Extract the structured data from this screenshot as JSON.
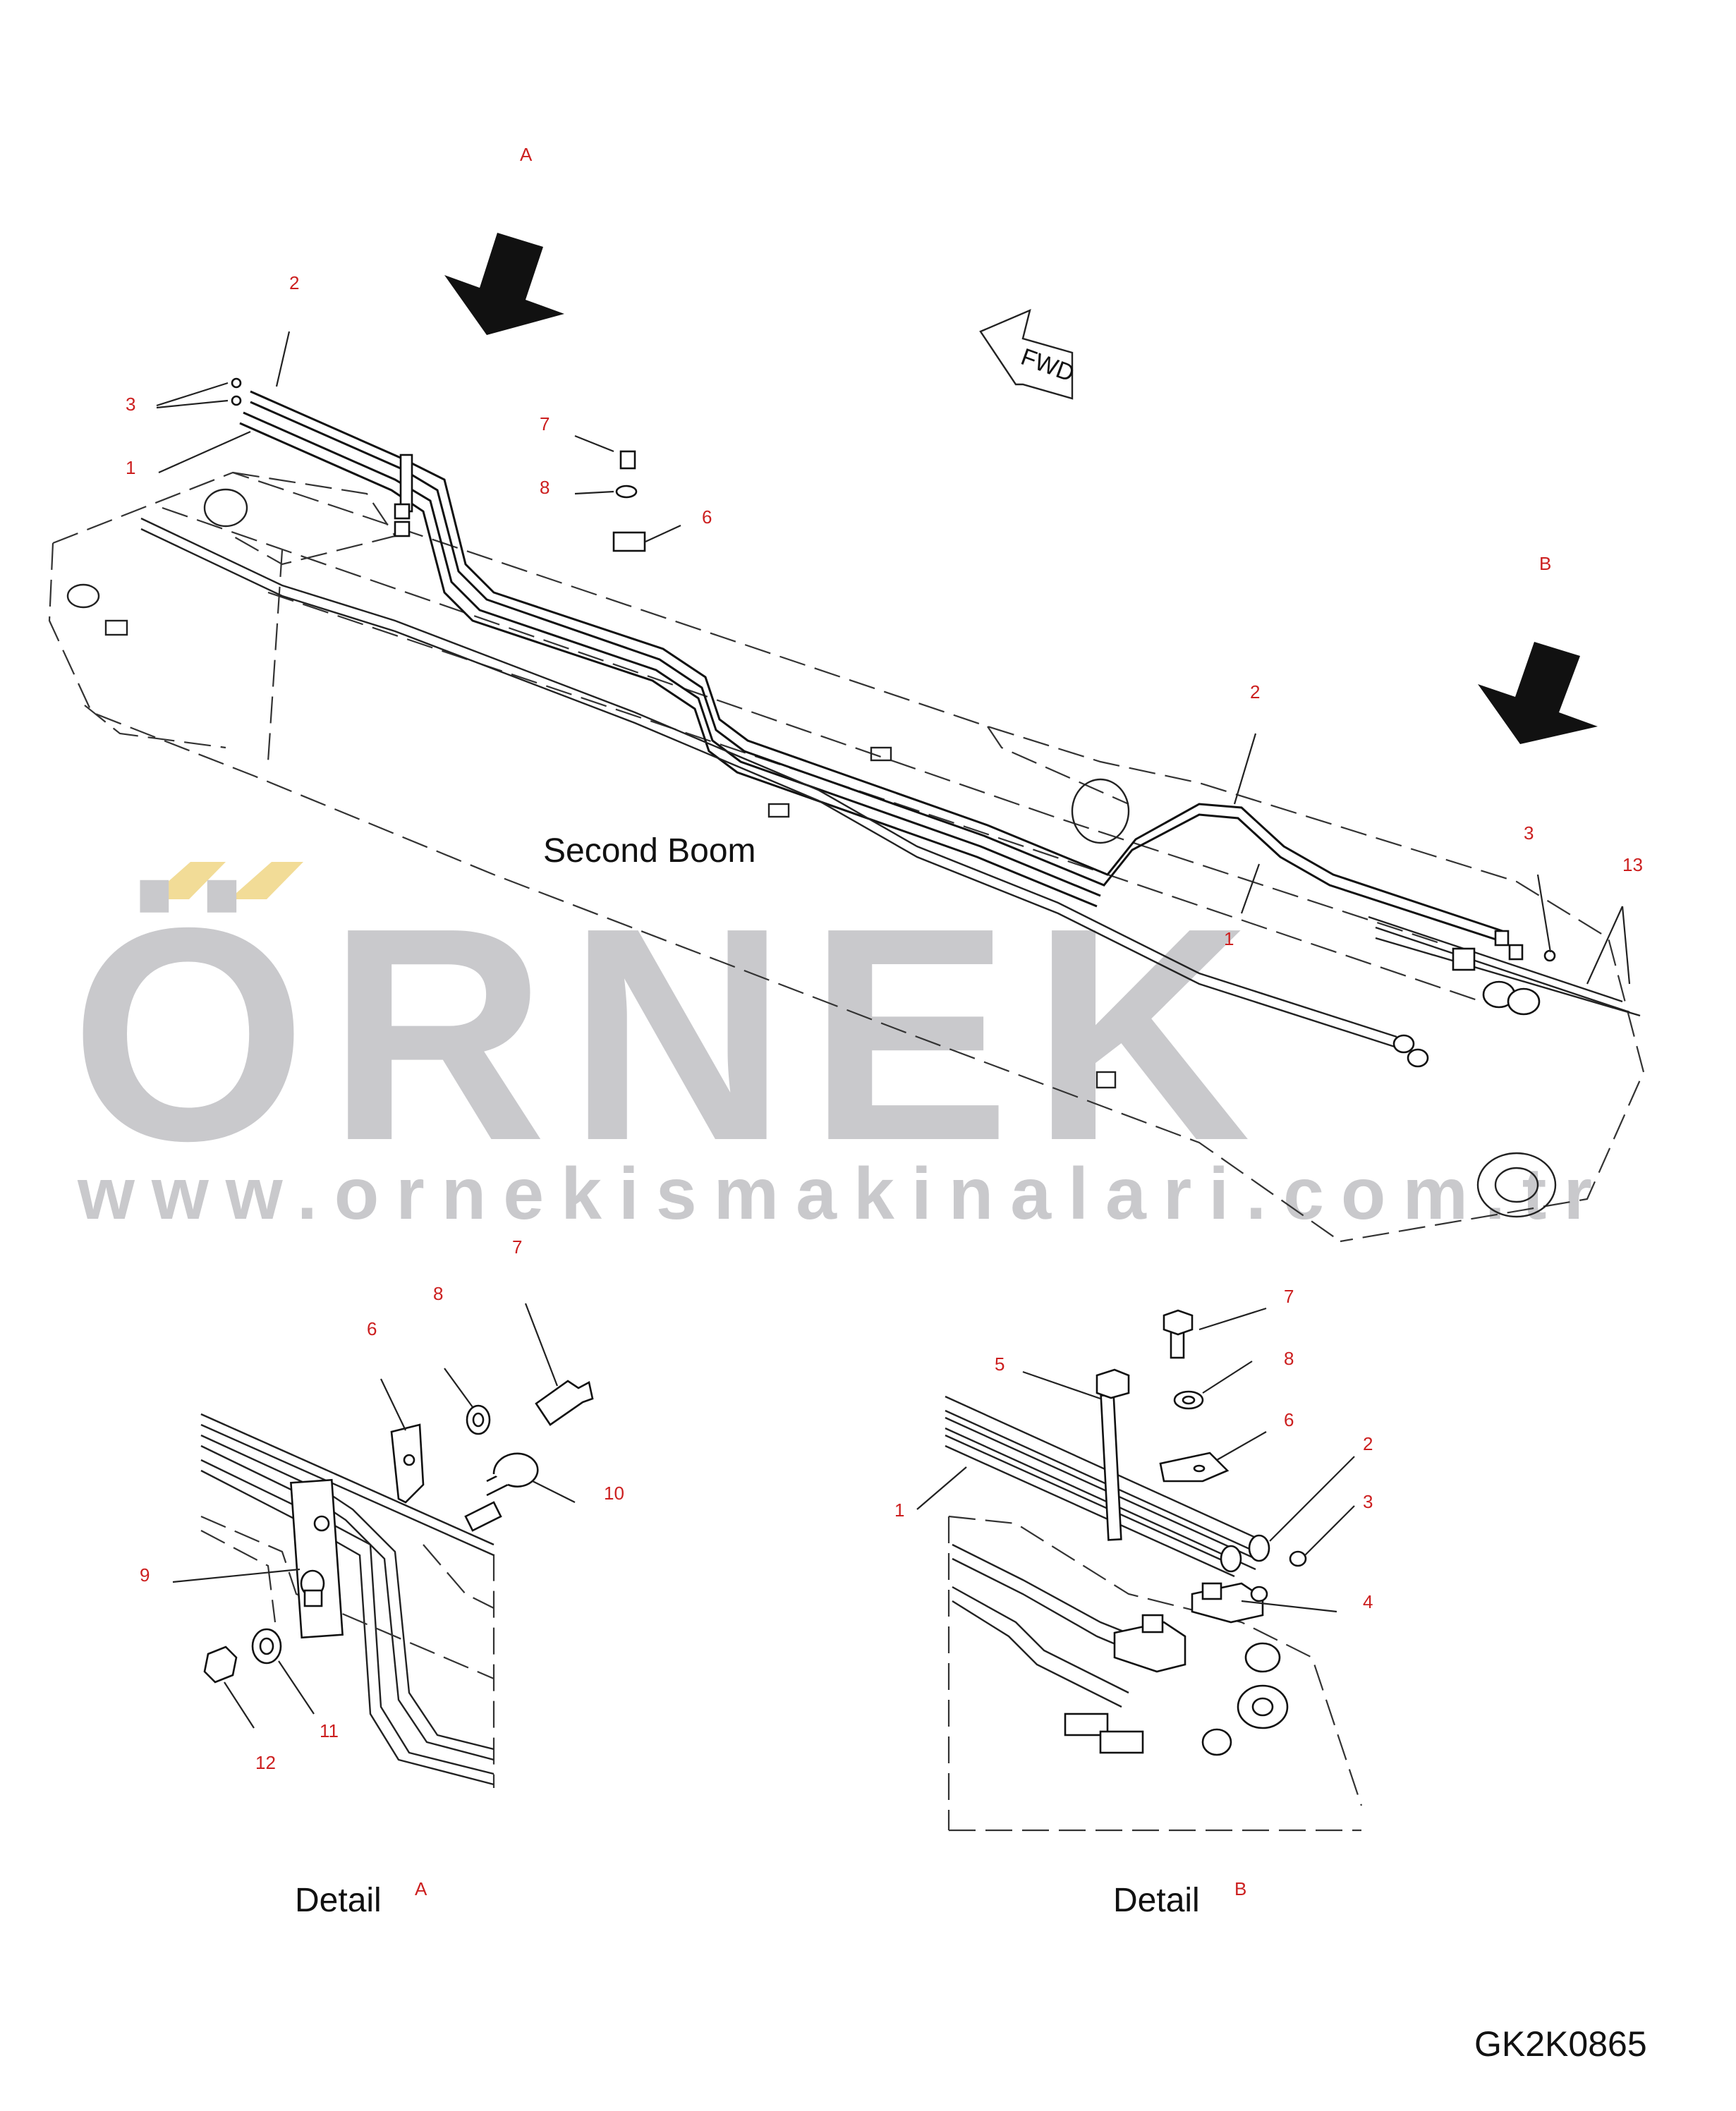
{
  "diagram": {
    "view_labels": {
      "a": "A",
      "b": "B"
    },
    "forward_sign": "FWD",
    "title": "Second Boom",
    "callouts": {
      "main": [
        "2",
        "3",
        "1",
        "7",
        "8",
        "6",
        "2",
        "3",
        "13",
        "1"
      ],
      "detail_a": [
        "7",
        "8",
        "6",
        "10",
        "9",
        "11",
        "12"
      ],
      "detail_b": [
        "7",
        "5",
        "8",
        "6",
        "2",
        "1",
        "3",
        "4"
      ]
    },
    "details": {
      "a": {
        "label": "Detail",
        "suffix": "A"
      },
      "b": {
        "label": "Detail",
        "suffix": "B"
      }
    },
    "drawing_code": "GK2K0865"
  },
  "watermark": {
    "brand": "ÖRNEK",
    "url": "www.ornekismakinalari.com.tr",
    "accent_color": "#f2dc97",
    "text_color": "#c9c9cc"
  }
}
